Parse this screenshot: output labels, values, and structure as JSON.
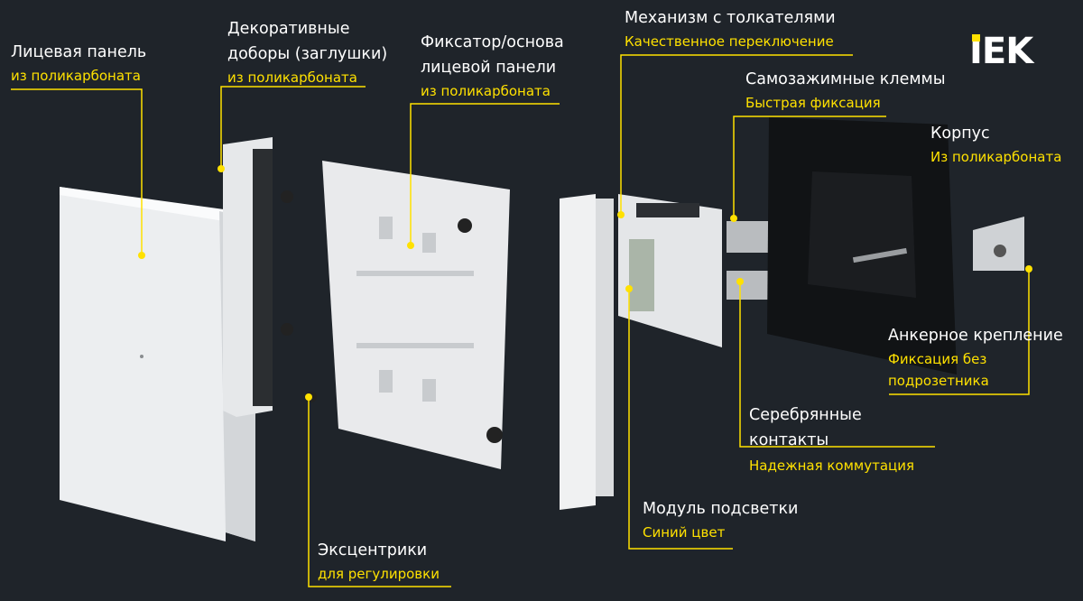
{
  "brand": "IEK",
  "colors": {
    "background": "#1f242a",
    "accent": "#ffe100",
    "text": "#ffffff"
  },
  "callouts": {
    "face_panel": {
      "title": "Лицевая панель",
      "subtitle": "из поликарбоната"
    },
    "decor": {
      "title_line1": "Декоративные",
      "title_line2": "доборы (заглушки)",
      "subtitle": "из поликарбоната"
    },
    "fixator": {
      "title_line1": "Фиксатор/основа",
      "title_line2": "лицевой панели",
      "subtitle": "из поликарбоната"
    },
    "mechanism": {
      "title": "Механизм с толкателями",
      "subtitle": "Качественное переключение"
    },
    "clamps": {
      "title": "Самозажимные клеммы",
      "subtitle": "Быстрая фиксация"
    },
    "housing": {
      "title": "Корпус",
      "subtitle": "Из поликарбоната"
    },
    "anchor": {
      "title": "Анкерное крепление",
      "subtitle_line1": "Фиксация без",
      "subtitle_line2": "подрозетника"
    },
    "contacts": {
      "title_line1": "Серебрянные",
      "title_line2": "контакты",
      "subtitle": "Надежная коммутация"
    },
    "backlight": {
      "title": "Модуль подсветки",
      "subtitle": "Синий цвет"
    },
    "eccentrics": {
      "title": "Эксцентрики",
      "subtitle": "для регулировки"
    }
  }
}
